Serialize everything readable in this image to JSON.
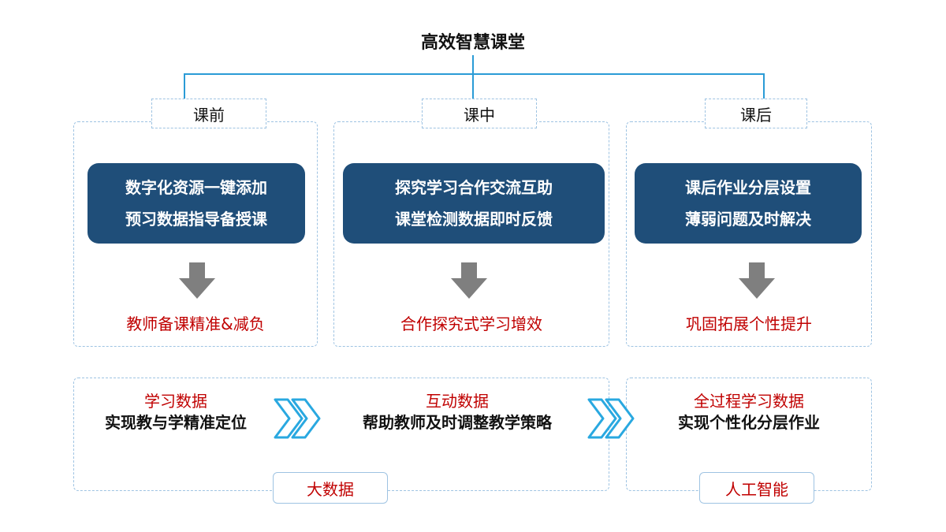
{
  "title": "高效智慧课堂",
  "colors": {
    "card_bg": "#1f4e79",
    "accent_red": "#c00000",
    "line_blue": "#2a9bd6",
    "dash_border": "#9ec3e2",
    "arrow_gray": "#7f7f7f",
    "chevron_blue": "#29a8e0"
  },
  "phases": [
    {
      "label": "课前",
      "card_lines": [
        "数字化资源一键添加",
        "预习数据指导备授课"
      ],
      "result": "教师备课精准&减负"
    },
    {
      "label": "课中",
      "card_lines": [
        "探究学习合作交流互助",
        "课堂检测数据即时反馈"
      ],
      "result": "合作探究式学习增效"
    },
    {
      "label": "课后",
      "card_lines": [
        "课后作业分层设置",
        "薄弱问题及时解决"
      ],
      "result": "巩固拓展个性提升"
    }
  ],
  "bottom": {
    "items": [
      {
        "title": "学习数据",
        "subtitle": "实现教与学精准定位"
      },
      {
        "title": "互动数据",
        "subtitle": "帮助教师及时调整教学策略"
      },
      {
        "title": "全过程学习数据",
        "subtitle": "实现个性化分层作业"
      }
    ],
    "tags": [
      "大数据",
      "人工智能"
    ]
  }
}
